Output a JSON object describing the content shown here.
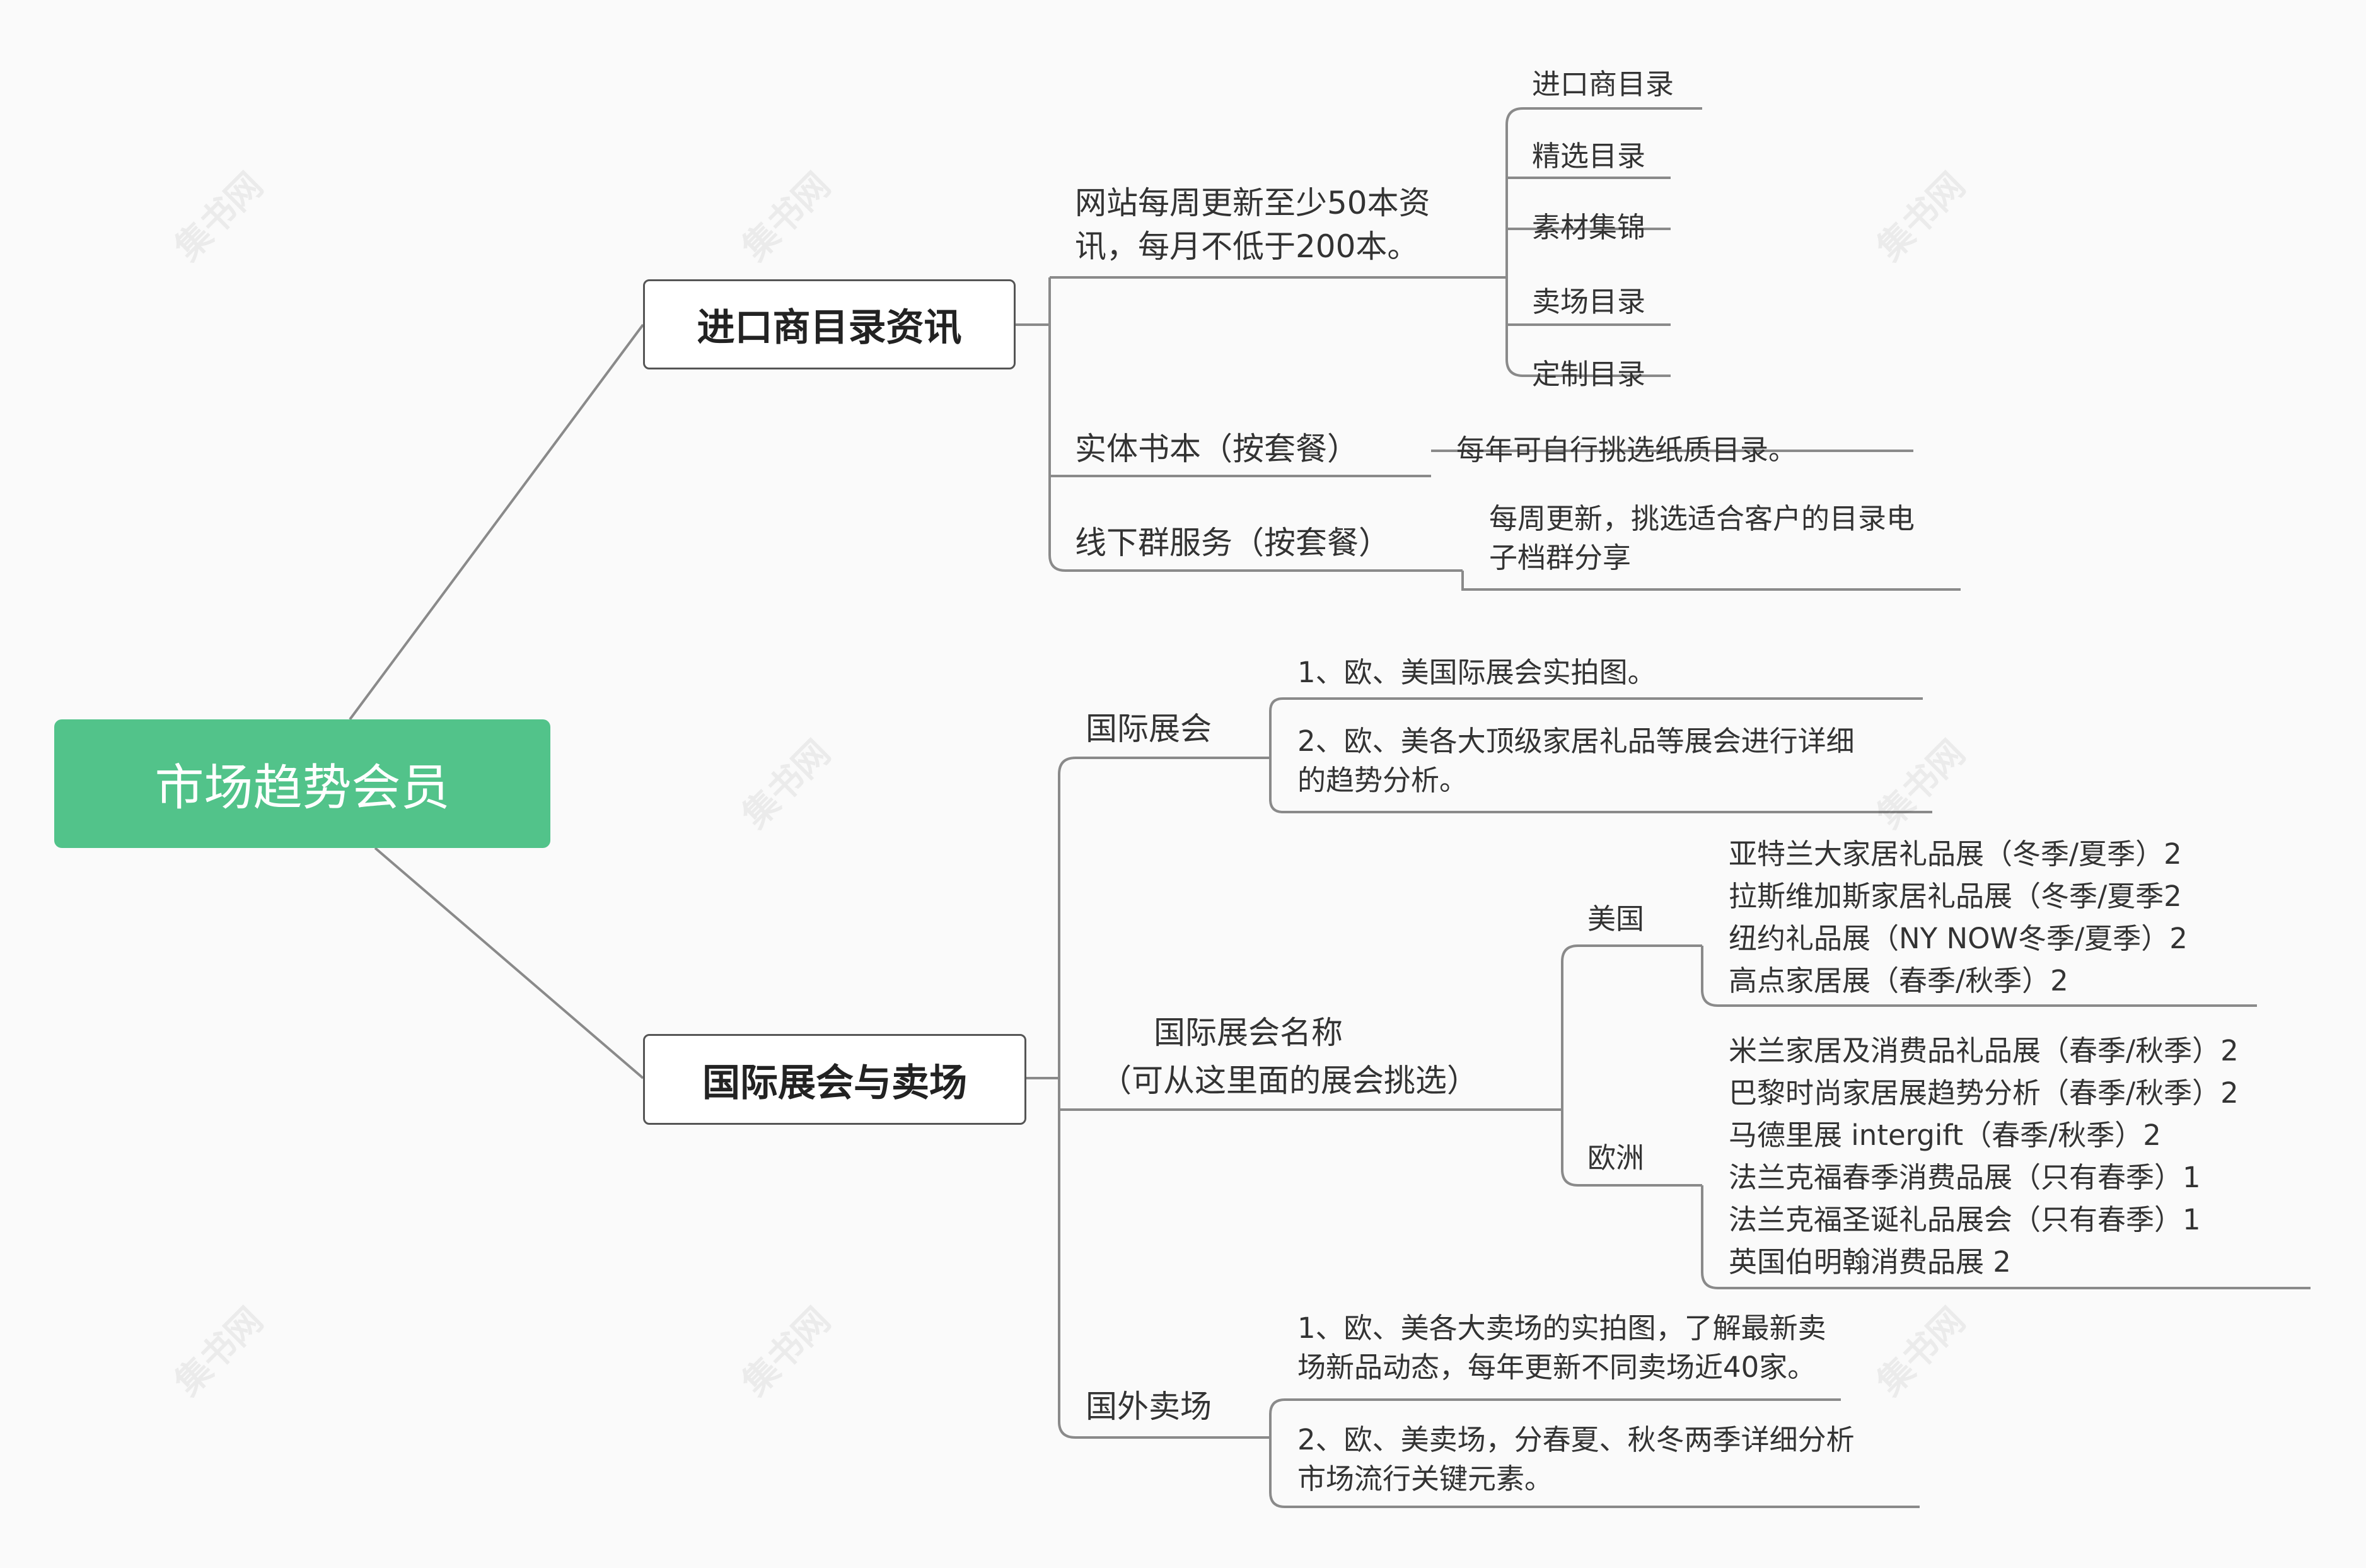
{
  "root": "市场趋势会员",
  "branch1": {
    "title": "进口商目录资讯",
    "web": [
      "网站每周更新至少50本资",
      "讯，每月不低于200本。"
    ],
    "catalogs": [
      "进口商目录",
      "精选目录",
      "素材集锦",
      "卖场目录",
      "定制目录"
    ],
    "book": "实体书本（按套餐）",
    "book_note": "每年可自行挑选纸质目录。",
    "group": "线下群服务（按套餐）",
    "group_note": [
      "每周更新，挑选适合客户的目录电",
      "子档群分享"
    ]
  },
  "branch2": {
    "title": "国际展会与卖场",
    "expo": "国际展会",
    "expo_items": [
      [
        "1、欧、美国际展会实拍图。"
      ],
      [
        "2、欧、美各大顶级家居礼品等展会进行详细",
        "的趋势分析。"
      ]
    ],
    "names": [
      "国际展会名称",
      "（可从这里面的展会挑选）"
    ],
    "usa": "美国",
    "usa_items": [
      "亚特兰大家居礼品展（冬季/夏季）2",
      "拉斯维加斯家居礼品展（冬季/夏季2",
      "纽约礼品展（NY NOW冬季/夏季）2",
      "高点家居展（春季/秋季）2"
    ],
    "europe": "欧洲",
    "europe_items": [
      "米兰家居及消费品礼品展（春季/秋季）2",
      "巴黎时尚家居展趋势分析（春季/秋季）2",
      "马德里展 intergift（春季/秋季）2",
      "法兰克福春季消费品展（只有春季）1",
      "法兰克福圣诞礼品展会（只有春季）1",
      "英国伯明翰消费品展 2"
    ],
    "malls": "国外卖场",
    "mall_items": [
      [
        "1、欧、美各大卖场的实拍图，了解最新卖",
        "场新品动态，每年更新不同卖场近40家。"
      ],
      [
        "2、欧、美卖场，分春夏、秋冬两季详细分析",
        "市场流行关键元素。"
      ]
    ]
  },
  "watermark": "集书网",
  "colors": {
    "root_bg": "#52c38a",
    "line": "#888888"
  }
}
